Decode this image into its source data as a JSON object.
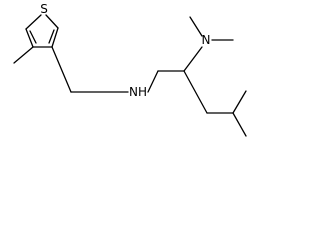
{
  "molecule": {
    "atoms": {
      "sulfur": "S",
      "amine_nh": "NH",
      "dimethylamino_n": "N"
    }
  },
  "colors": {
    "bond": "#000000",
    "label": "#000000",
    "background": "#ffffff"
  }
}
